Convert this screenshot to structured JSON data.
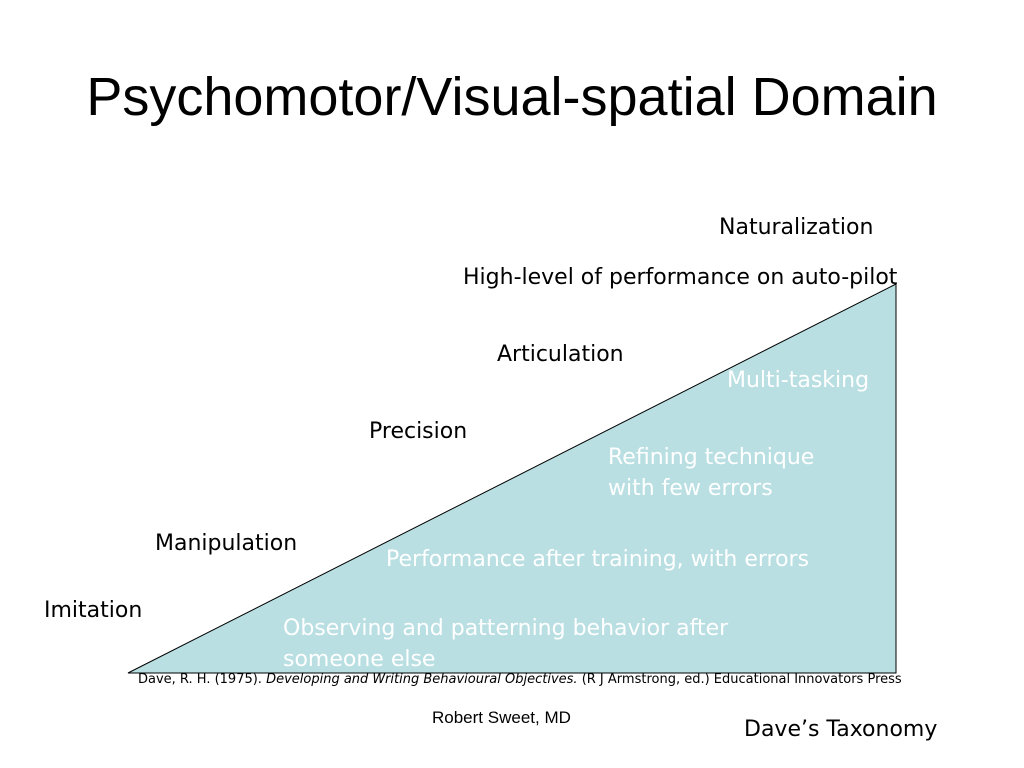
{
  "title": "Psychomotor/Visual-spatial Domain",
  "colors": {
    "triangle_fill": "#b9dfe2",
    "triangle_stroke": "#000000",
    "desc_text": "#ffffff"
  },
  "levels": [
    {
      "name": "Imitation",
      "description": "Observing and patterning behavior after someone else",
      "description_lines": [
        "Observing and patterning behavior after",
        "someone else"
      ]
    },
    {
      "name": "Manipulation",
      "description": "Performance after training, with errors",
      "description_lines": [
        "Performance after training, with errors"
      ]
    },
    {
      "name": "Precision",
      "description": "Refining technique with few errors",
      "description_lines": [
        "Refining technique",
        "with few errors"
      ]
    },
    {
      "name": "Articulation",
      "description": "Multi-tasking",
      "description_lines": [
        "Multi-tasking"
      ]
    },
    {
      "name": "Naturalization",
      "description": "High-level of performance on auto-pilot",
      "description_lines": [
        "High-level of performance on auto-pilot"
      ]
    }
  ],
  "citation": {
    "prefix": "Dave, R. H. (1975). ",
    "book": "Developing and Writing Behavioural Objectives.",
    "suffix": " (R J Armstrong, ed.) Educational Innovators Press"
  },
  "author": "Robert Sweet, MD",
  "footer_label": "Dave’s Taxonomy"
}
